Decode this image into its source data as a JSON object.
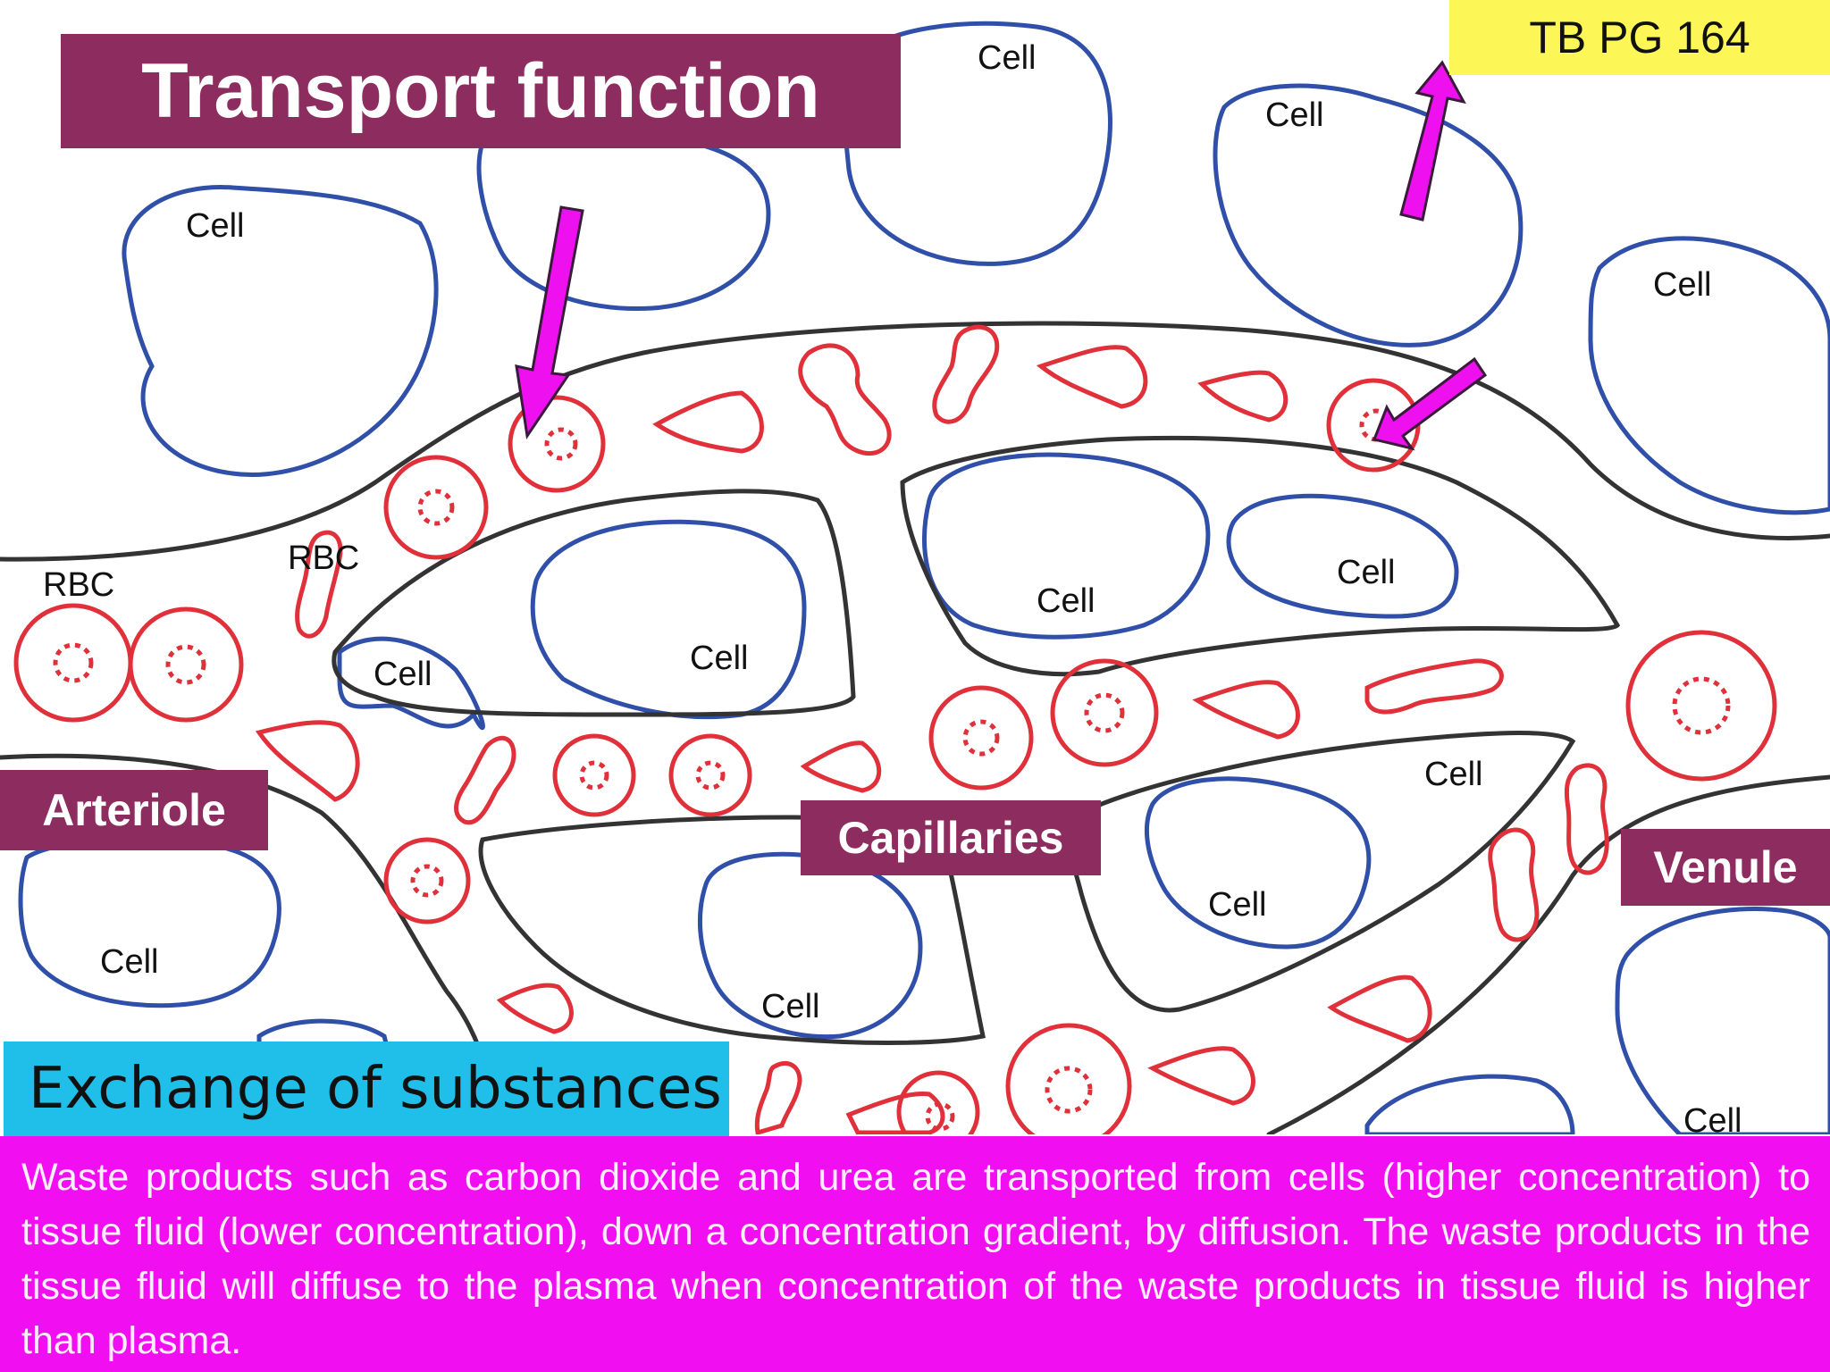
{
  "title": "Transport function",
  "page_ref": "TB PG  164",
  "subtitle": "Exchange of substances",
  "explanation": "Waste products such as carbon dioxide and urea are transported from cells (higher concentration) to tissue fluid (lower concentration), down a concentration gradient, by diffusion. The waste products in the tissue fluid will diffuse to the plasma when concentration of the waste products in tissue fluid is higher than plasma.",
  "vessel_labels": {
    "arteriole": "Arteriole",
    "capillaries": "Capillaries",
    "venule": "Venule"
  },
  "cell_label": "Cell",
  "rbc_label": "RBC",
  "colors": {
    "title_bg": "#8d2c5e",
    "page_ref_bg": "#fcf756",
    "subtitle_bg": "#1fbfe9",
    "explanation_bg": "#f10ff1",
    "cell_outline": "#2f4fa8",
    "rbc_outline": "#e0303a",
    "vessel_outline": "#333333",
    "arrow": "#ee10ee"
  }
}
